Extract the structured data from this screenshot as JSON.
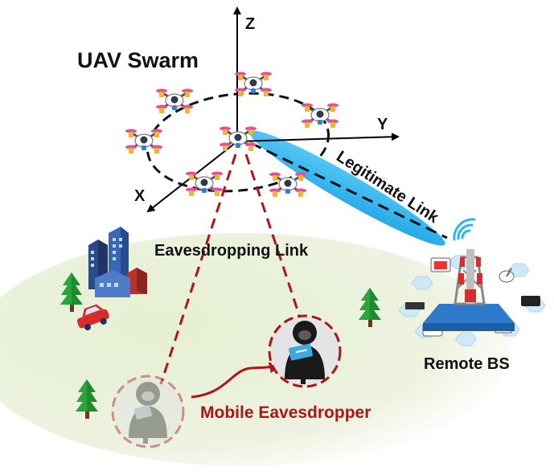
{
  "labels": {
    "title": "UAV Swarm",
    "axis_z": "Z",
    "axis_y": "Y",
    "axis_x": "X",
    "legit_link": "Legitimate Link",
    "eaves_link": "Eavesdropping Link",
    "mobile_eaves": "Mobile Eavesdropper",
    "remote_bs": "Remote BS"
  },
  "colors": {
    "beam": "#29b6f0",
    "eaves_red": "#b01515",
    "ground": "#e4edd2",
    "tree": "#1f8a2e",
    "drone_prop": "#e44f9c"
  },
  "icons": [
    "drone-icon",
    "city-building-icon",
    "tree-icon",
    "car-icon",
    "hacker-icon",
    "cell-tower-icon",
    "wifi-signal-icon"
  ]
}
